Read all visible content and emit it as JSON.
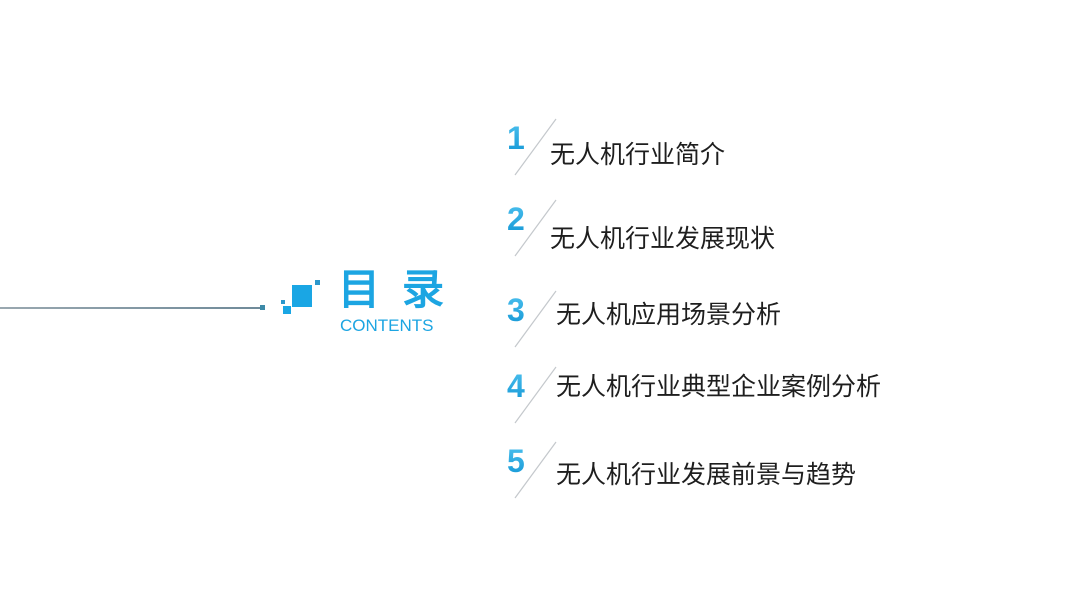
{
  "slide": {
    "background": "#ffffff",
    "accent_color": "#1ca5e2",
    "text_color": "#1e1e1e"
  },
  "header": {
    "title_cn": "目录",
    "title_en": "CONTENTS",
    "decoration_icon": "square-cluster-icon"
  },
  "toc": {
    "items": [
      {
        "number": "1",
        "label": "无人机行业简介"
      },
      {
        "number": "2",
        "label": "无人机行业发展现状"
      },
      {
        "number": "3",
        "label": "无人机应用场景分析"
      },
      {
        "number": "4",
        "label": "无人机行业典型企业案例分析"
      },
      {
        "number": "5",
        "label": "无人机行业发展前景与趋势"
      }
    ]
  }
}
